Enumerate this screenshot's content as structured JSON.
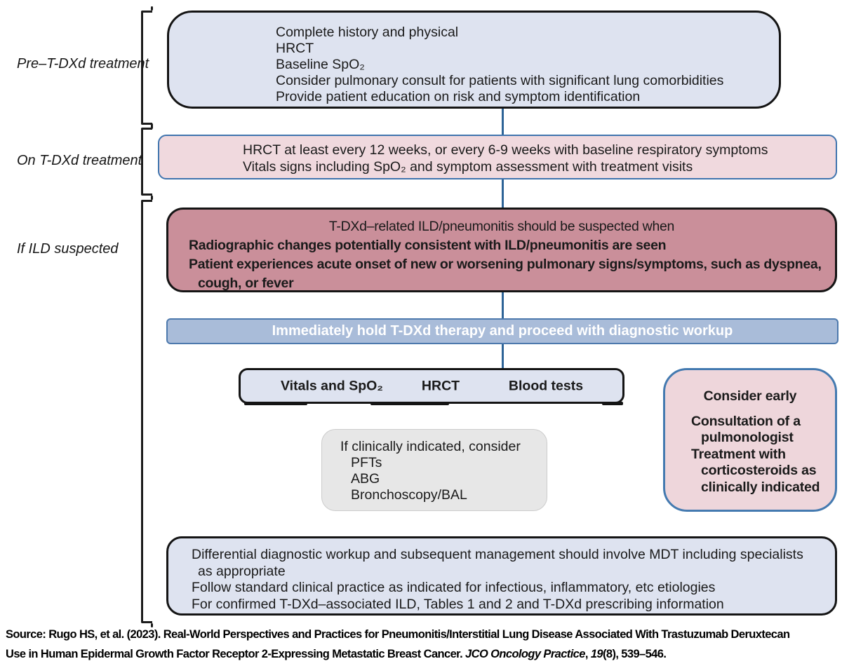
{
  "figure": {
    "stage_labels": [
      {
        "label": "Pre–T-DXd treatment"
      },
      {
        "label": "On T-DXd treatment"
      },
      {
        "label": "If ILD suspected"
      }
    ],
    "pre_treatment_box": {
      "lines": [
        "Complete history and physical",
        "HRCT",
        "Baseline SpO₂",
        "Consider pulmonary consult for patients with significant lung comorbidities",
        "Provide patient education on risk and symptom identification"
      ]
    },
    "on_treatment_box": {
      "lines": [
        "HRCT at least every 12 weeks, or every 6-9 weeks with baseline respiratory symptoms",
        "Vitals signs including SpO₂ and symptom assessment with treatment visits"
      ]
    },
    "suspected_box": {
      "intro": "T-DXd–related ILD/pneumonitis should be suspected when",
      "bold_lines": [
        "Radiographic changes potentially consistent with ILD/pneumonitis are seen",
        "Patient experiences acute onset of new or worsening pulmonary signs/symptoms, such as dyspnea,",
        "cough, or fever"
      ]
    },
    "hold_banner": {
      "label": "Immediately hold T-DXd therapy and proceed with diagnostic workup"
    },
    "workup_box": {
      "items": [
        "Vitals and SpO₂",
        "HRCT",
        "Blood tests"
      ]
    },
    "optional_tests_box": {
      "title": "If clinically indicated, consider",
      "items": [
        "PFTs",
        "ABG",
        "Bronchoscopy/BAL"
      ]
    },
    "consider_early_box": {
      "title": "Consider early",
      "lines": [
        "Consultation of a",
        "pulmonologist",
        "Treatment with",
        "corticosteroids as",
        "clinically indicated"
      ]
    },
    "differential_box": {
      "lines": [
        "Differential diagnostic workup and subsequent management should involve MDT including specialists",
        "as appropriate",
        "Follow standard clinical practice as indicated for infectious, inflammatory, etc etiologies",
        "For confirmed T-DXd–associated ILD, Tables 1 and 2 and T-DXd prescribing information"
      ]
    }
  },
  "source": {
    "line1": "Source: Rugo HS, et al. (2023). Real-World Perspectives and Practices for Pneumonitis/Interstitial Lung Disease Associated With Trastuzumab Deruxtecan",
    "line2_plain": "Use in Human Epidermal Growth Factor Receptor 2-Expressing Metastatic Breast Cancer. ",
    "line2_journal": "JCO Oncology Practice",
    "line2_sep": ", ",
    "line2_volume": "19",
    "line2_end": "(8), 539–546."
  },
  "colors": {
    "lavender_box_fill": "#dee3f0",
    "pink_box_fill": "#f0d9de",
    "mauve_box_fill": "#ca8f9a",
    "banner_fill": "#a9bcd9",
    "banner_border": "#4d79ad",
    "blue_border": "#3f74ae",
    "early_box_fill": "#eed6db",
    "gray_box_fill": "#e7e7e7",
    "connector_blue": "#2e6497",
    "outline_black": "#141414",
    "banner_text": "#ffffff"
  }
}
